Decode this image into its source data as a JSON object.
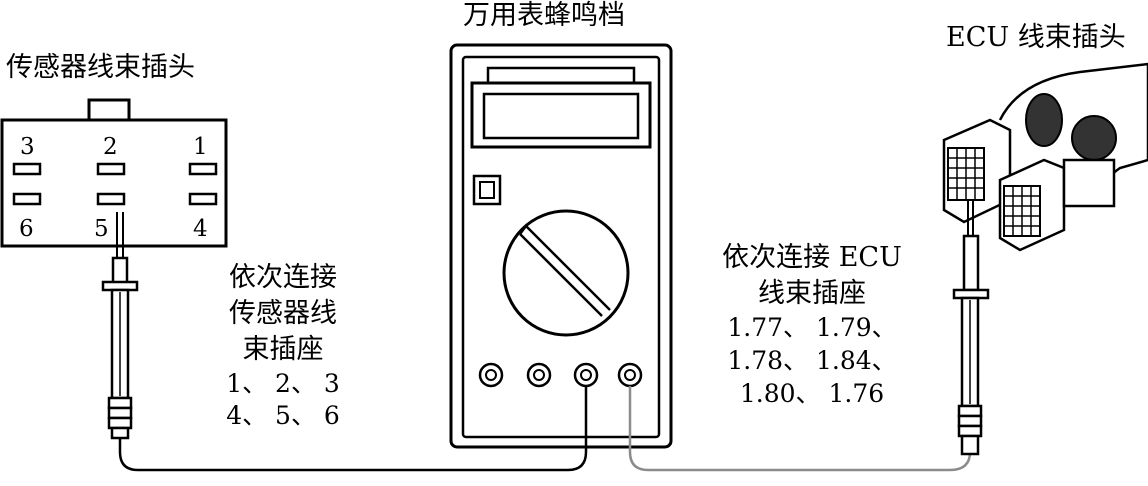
{
  "labels": {
    "sensor_connector_title": "传感器线束插头",
    "multimeter_title": "万用表蜂鸣档",
    "ecu_connector_title": "ECU 线束插头"
  },
  "sensor_connector": {
    "pins": [
      "3",
      "2",
      "1",
      "6",
      "5",
      "4"
    ]
  },
  "left_note": {
    "lines": [
      "依次连接",
      "传感器线",
      "束插座",
      "1、 2、 3",
      "4、 5、 6"
    ]
  },
  "right_note": {
    "lines": [
      "依次连接 ECU",
      "线束插座",
      "1.77、 1.79、",
      "1.78、 1.84、",
      "1.80、 1.76"
    ]
  },
  "colors": {
    "black_lead": "#000000",
    "red_lead": "#8c8c8c",
    "outline": "#000000"
  }
}
